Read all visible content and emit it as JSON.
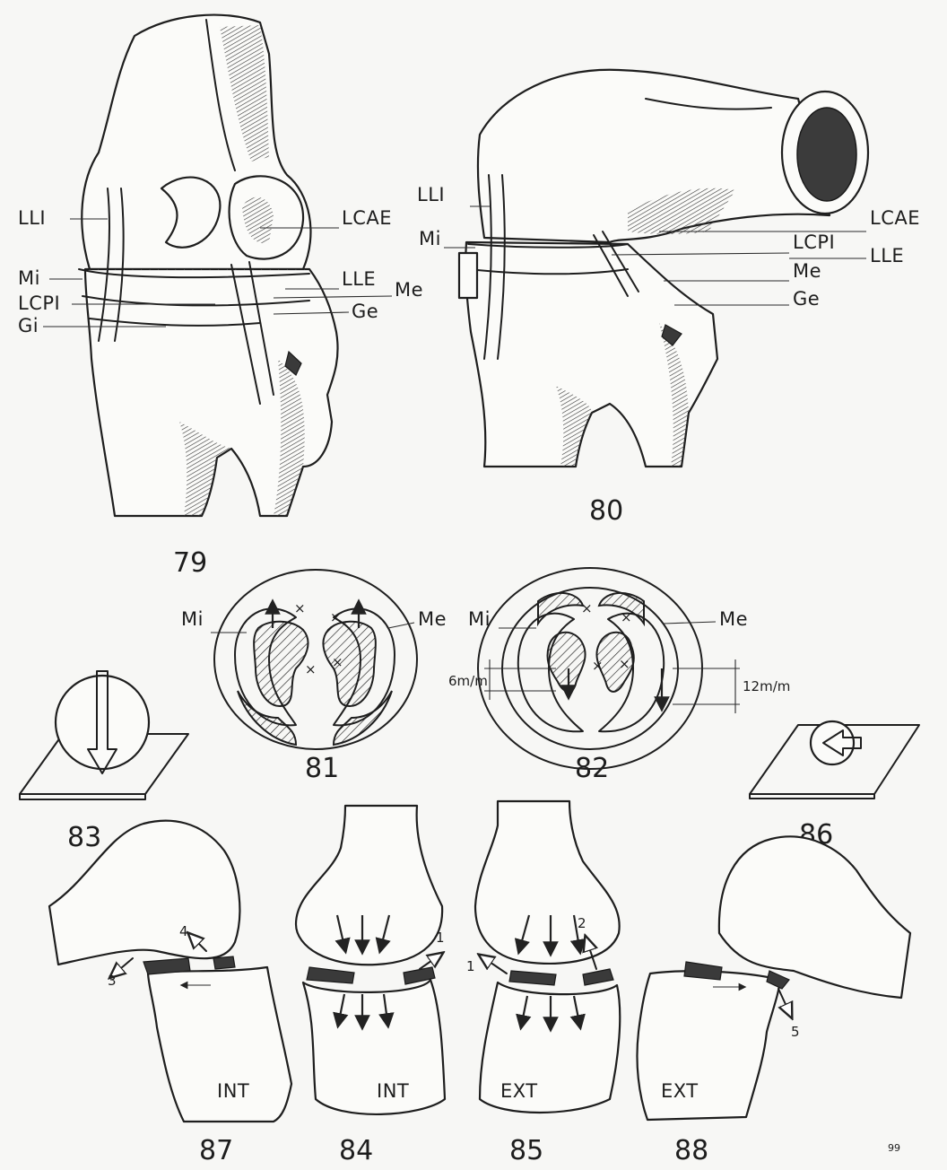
{
  "figure_numbers": {
    "f79": "79",
    "f80": "80",
    "f81": "81",
    "f82": "82",
    "f83": "83",
    "f84": "84",
    "f85": "85",
    "f86": "86",
    "f87": "87",
    "f88": "88",
    "page": "99"
  },
  "fig79_labels": {
    "lli": "LLI",
    "mi": "Mi",
    "lcpi": "LCPI",
    "gi": "Gi",
    "lcae": "LCAE",
    "lle": "LLE",
    "me": "Me",
    "ge": "Ge"
  },
  "fig80_labels": {
    "lli": "LLI",
    "mi": "Mi",
    "lcae": "LCAE",
    "lcpi": "LCPI",
    "lle": "LLE",
    "me": "Me",
    "ge": "Ge"
  },
  "fig81_labels": {
    "mi": "Mi",
    "me": "Me"
  },
  "fig82_labels": {
    "mi": "Mi",
    "me": "Me",
    "left_measure": "6m/m",
    "right_measure": "12m/m"
  },
  "side_labels": {
    "f87": "INT",
    "f84": "INT",
    "f85": "EXT",
    "f88": "EXT"
  },
  "arrow_numbers": {
    "n1_f84": "1",
    "n1_f85": "1",
    "n2_f85": "2",
    "n3_f87": "3",
    "n4_f87": "4",
    "n5_f88": "5"
  }
}
